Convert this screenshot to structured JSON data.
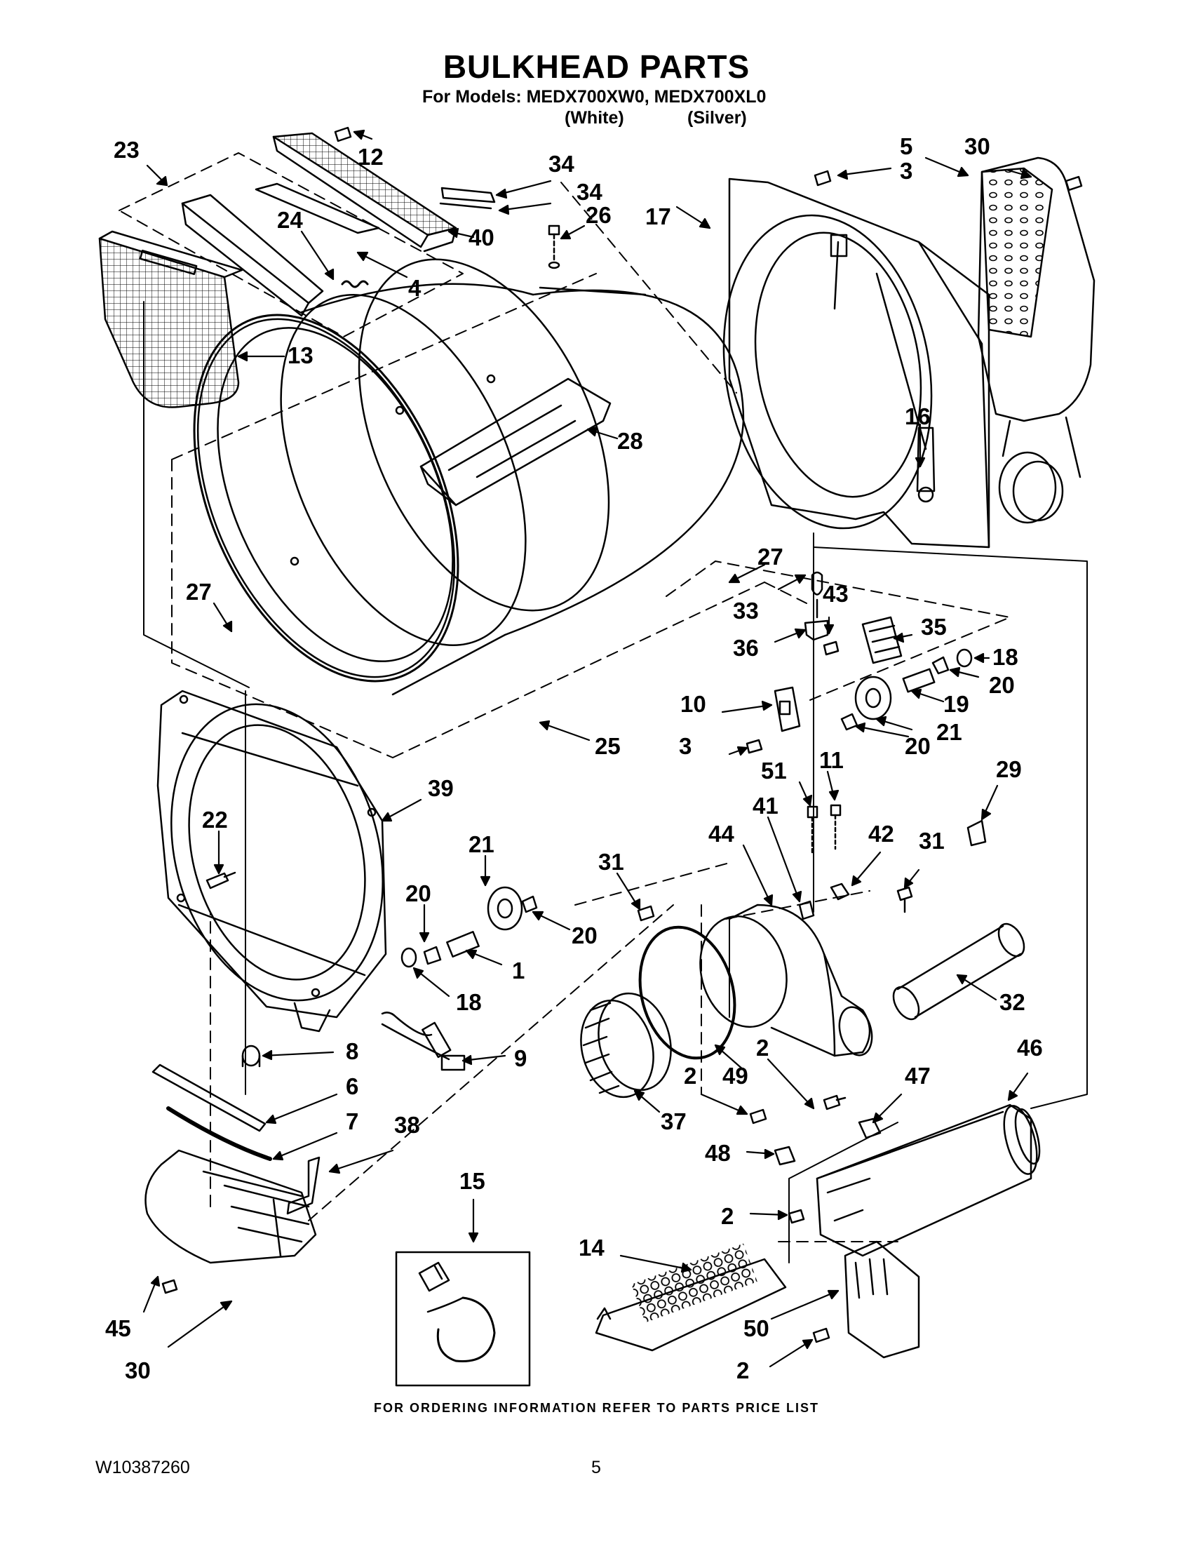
{
  "header": {
    "title": "BULKHEAD PARTS",
    "models_line": "For Models: MEDX700XW0, MEDX700XL0",
    "color_white": "(White)",
    "color_silver": "(Silver)"
  },
  "callouts": {
    "c23": "23",
    "c12": "12",
    "c34a": "34",
    "c34b": "34",
    "c40": "40",
    "c26": "26",
    "c17": "17",
    "c5": "5",
    "c30a": "30",
    "c3a": "3",
    "c24": "24",
    "c4": "4",
    "c13": "13",
    "c28": "28",
    "c16": "16",
    "c27a": "27",
    "c27b": "27",
    "c33": "33",
    "c43": "43",
    "c35": "35",
    "c36": "36",
    "c18a": "18",
    "c20a": "20",
    "c10": "10",
    "c19": "19",
    "c3b": "3",
    "c25": "25",
    "c21a": "21",
    "c20b": "20",
    "c51": "51",
    "c11": "11",
    "c29": "29",
    "c39": "39",
    "c41": "41",
    "c44": "44",
    "c42": "42",
    "c31a": "31",
    "c31b": "31",
    "c22": "22",
    "c21b": "21",
    "c20c": "20",
    "c20d": "20",
    "c1": "1",
    "c18b": "18",
    "c32": "32",
    "c8": "8",
    "c9": "9",
    "c2a": "2",
    "c49": "49",
    "c46": "46",
    "c6": "6",
    "c2b": "2",
    "c47": "47",
    "c37": "37",
    "c7": "7",
    "c38": "38",
    "c48": "48",
    "c15": "15",
    "c2c": "2",
    "c14": "14",
    "c45": "45",
    "c50": "50",
    "c2d": "2",
    "c30b": "30"
  },
  "footer": {
    "ordering_info": "FOR ORDERING INFORMATION REFER TO PARTS PRICE LIST",
    "document_number": "W10387260",
    "page_number": "5"
  }
}
